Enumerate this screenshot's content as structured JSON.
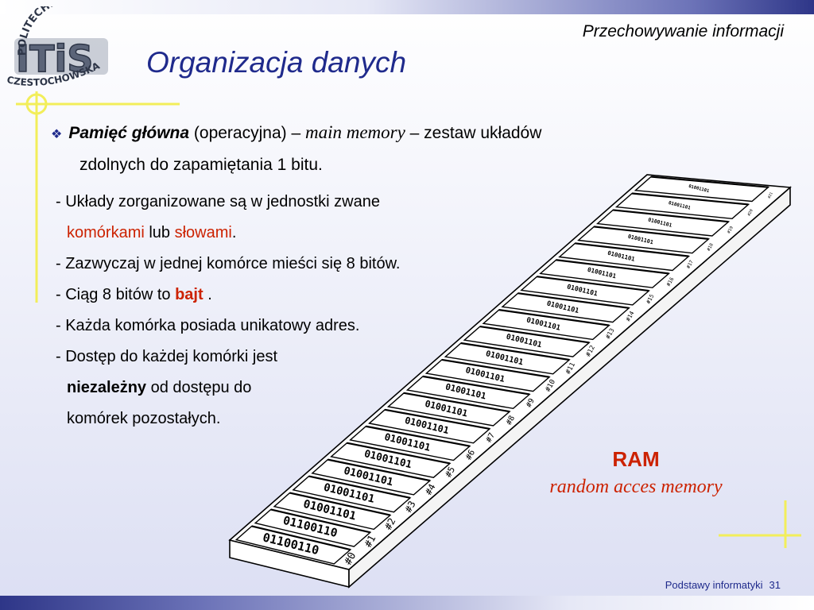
{
  "header": {
    "section": "Przechowywanie informacji",
    "title": "Organizacja danych",
    "logo": {
      "letters": "ITiS",
      "arc_top": "POLITECHNIKA",
      "arc_bottom": "CZESTOCHOWSKA"
    }
  },
  "main_point": {
    "term": "Pamięć główna",
    "paren": " (operacyjna) – ",
    "english": "main memory",
    "rest": " – zestaw układów",
    "continuation": "zdolnych do zapamiętania 1 bitu."
  },
  "subpoints": {
    "p1_a": "- Układy zorganizowane są w jednostki zwane",
    "p1_b1": "komórkami",
    "p1_b2": " lub ",
    "p1_b3": "słowami",
    "p1_b4": ".",
    "p2": "- Zazwyczaj w jednej komórce mieści się 8 bitów.",
    "p3_a": "- Ciąg 8 bitów to ",
    "p3_b": "bajt",
    "p3_c": " .",
    "p4": "- Każda komórka posiada unikatowy adres.",
    "p5_a": "- Dostęp do każdej komórki jest",
    "p5_b1": "niezależny",
    "p5_b2": " od dostępu do",
    "p5_c": "komórek pozostałych."
  },
  "ram": {
    "title": "RAM",
    "subtitle": "random acces memory",
    "cells": [
      {
        "bits": "01100110",
        "addr": "#0"
      },
      {
        "bits": "01100110",
        "addr": "#1"
      },
      {
        "bits": "01001101",
        "addr": "#2"
      },
      {
        "bits": "01001101",
        "addr": "#3"
      },
      {
        "bits": "01001101",
        "addr": "#4"
      },
      {
        "bits": "01001101",
        "addr": "#5"
      },
      {
        "bits": "01001101",
        "addr": "#6"
      },
      {
        "bits": "01001101",
        "addr": "#7"
      },
      {
        "bits": "01001101",
        "addr": "#8"
      },
      {
        "bits": "01001101",
        "addr": "#9"
      },
      {
        "bits": "01001101",
        "addr": "#10"
      },
      {
        "bits": "01001101",
        "addr": "#11"
      },
      {
        "bits": "01001101",
        "addr": "#12"
      },
      {
        "bits": "01001101",
        "addr": "#13"
      },
      {
        "bits": "01001101",
        "addr": "#14"
      },
      {
        "bits": "01001101",
        "addr": "#15"
      },
      {
        "bits": "01001101",
        "addr": "#16"
      },
      {
        "bits": "01001101",
        "addr": "#17"
      },
      {
        "bits": "01001101",
        "addr": "#18"
      },
      {
        "bits": "01001101",
        "addr": "#19"
      },
      {
        "bits": "01001101",
        "addr": "#20"
      },
      {
        "bits": "01001101",
        "addr": "#21"
      }
    ]
  },
  "footer": {
    "course": "Podstawy informatyki",
    "page": "31"
  },
  "colors": {
    "title": "#1f2a8c",
    "accent_red": "#cc2200",
    "deco_yellow": "#f2ee5a"
  }
}
